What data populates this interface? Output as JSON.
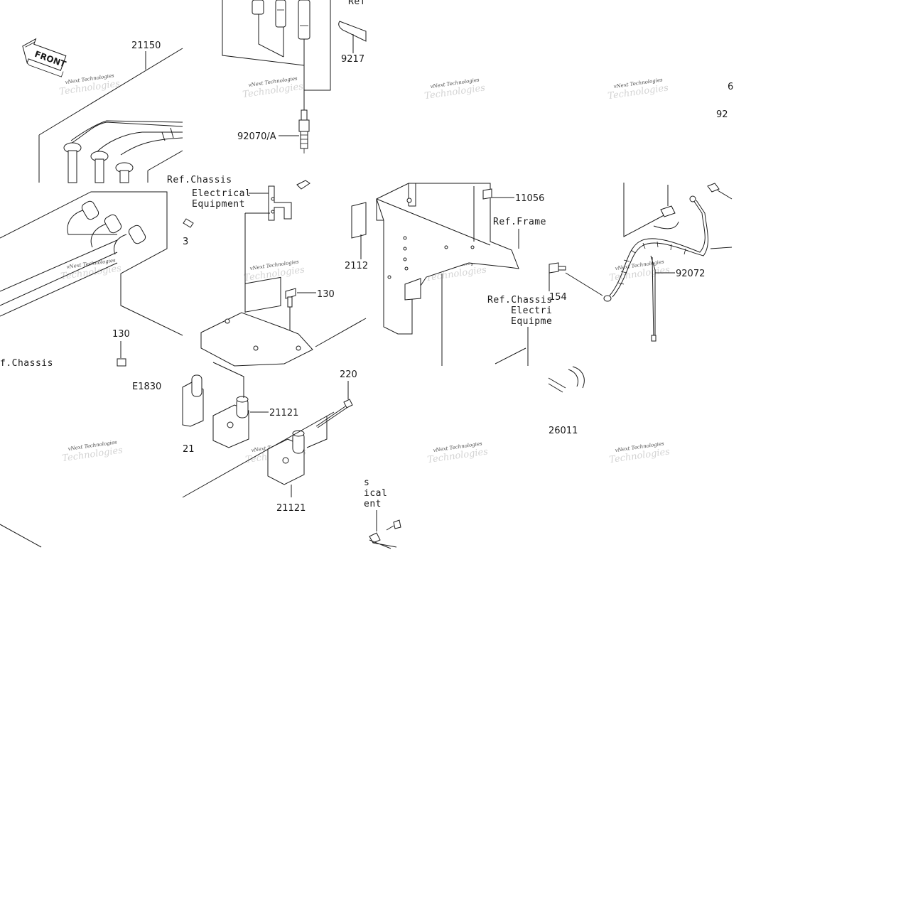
{
  "front_marker": "FRONT",
  "part_numbers": {
    "p21150": "21150",
    "p92173": "9217",
    "p92070a": "92070/A",
    "p921_top_right": "92",
    "p11056": "11056",
    "p2112_partial": "2112",
    "p130_center": "130",
    "p130_left": "130",
    "p154": "154",
    "p92072": "92072",
    "p220": "220",
    "p21121_upper": "21121",
    "p21121_lower": "21121",
    "p21_partial": "21",
    "p3_partial": "3",
    "p26011": "26011",
    "p6_partial": "6",
    "code": "E1830"
  },
  "references": {
    "ref_top": "Ref",
    "chassis_center_1": "Ref.Chassis",
    "chassis_center_2": "Electrical",
    "chassis_center_3": "Equipment",
    "frame": "Ref.Frame",
    "chassis_right_1": "Ref.Chassis",
    "chassis_right_2": "Electri",
    "chassis_right_3": "Equipme",
    "chassis_left": "f.Chassis",
    "chassis_bottom_1": "s",
    "chassis_bottom_2": "ical",
    "chassis_bottom_3": "ent"
  },
  "watermark": {
    "line1": "vNext Technologies",
    "line2": "Technologies"
  }
}
